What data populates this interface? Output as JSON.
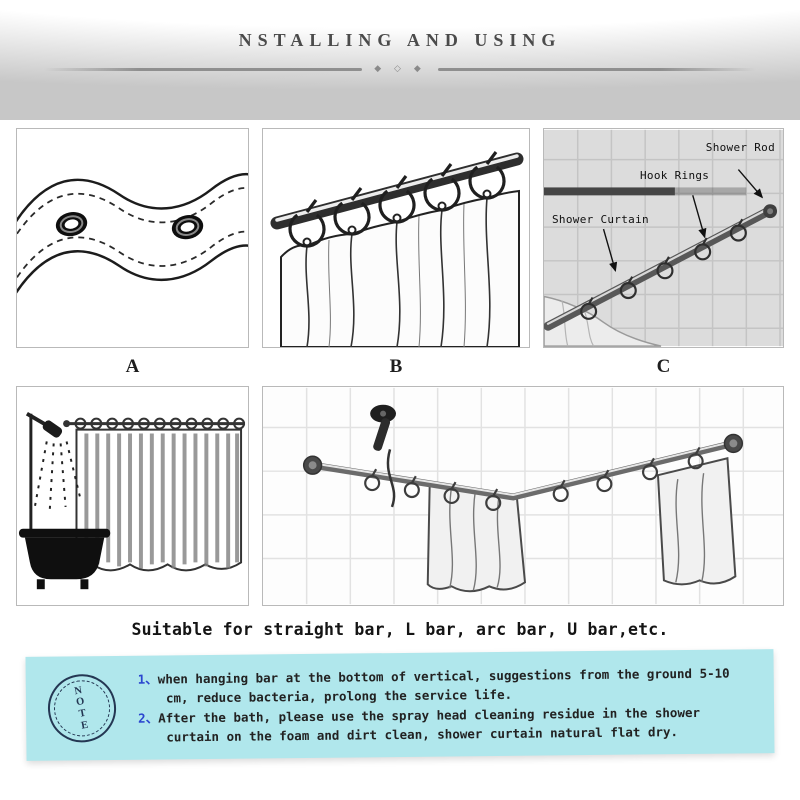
{
  "header": {
    "title": "NSTALLING AND USING",
    "divider_ornament": "◆ ◇ ◆"
  },
  "row1": {
    "label_a": "A",
    "label_b": "B",
    "label_c": "C",
    "panel_c_labels": {
      "shower_rod": "Shower Rod",
      "hook_rings": "Hook Rings",
      "shower_curtain": "Shower Curtain"
    }
  },
  "caption": "Suitable for straight bar, L bar, arc bar, U bar,etc.",
  "note": {
    "stamp_letters": [
      "N",
      "O",
      "T",
      "E"
    ],
    "items": [
      {
        "num": "1、",
        "text": "when hanging bar at the bottom of vertical, suggestions from the ground 5-10 cm, reduce bacteria, prolong the service life."
      },
      {
        "num": "2、",
        "text": "After the bath, please use the spray head cleaning residue in the shower curtain on the foam and dirt clean, shower curtain natural flat dry."
      }
    ]
  },
  "colors": {
    "note_background": "#b0e7ec",
    "note_number_blue": "#2b46cf",
    "stamp_navy": "#243753",
    "panel_border": "#b9b9b9",
    "tile_gray": "#dcdcdc"
  }
}
